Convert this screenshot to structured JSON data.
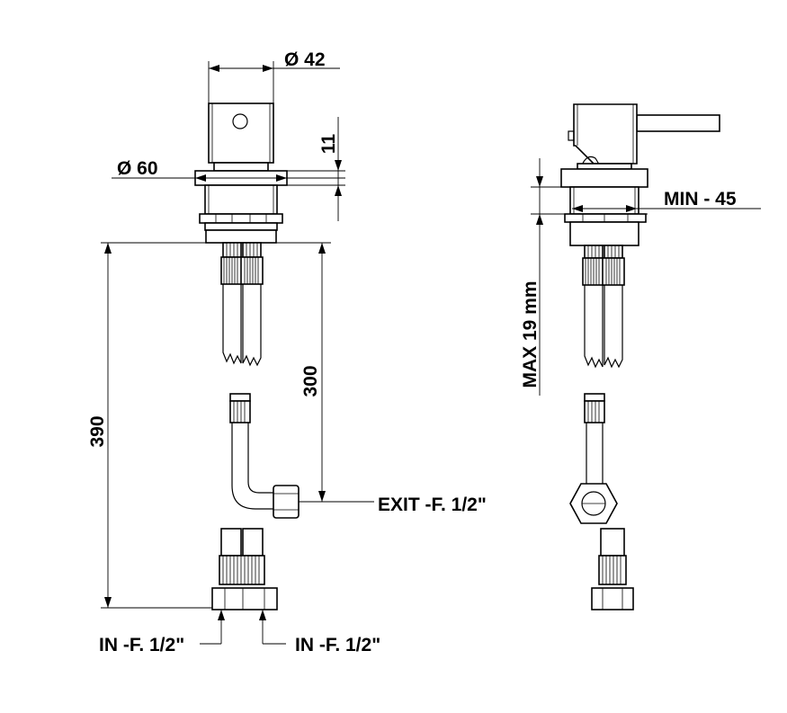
{
  "dimensions": {
    "dia_42": "Ø  42",
    "dia_60": "Ø  60",
    "h_11": "11",
    "h_390": "390",
    "h_300": "300",
    "min_45": "MIN -   45",
    "max_19": "MAX 19 mm"
  },
  "connections": {
    "exit": "EXIT -F. 1/2\"",
    "in_left": "IN -F. 1/2\"",
    "in_right": "IN -F. 1/2\""
  }
}
